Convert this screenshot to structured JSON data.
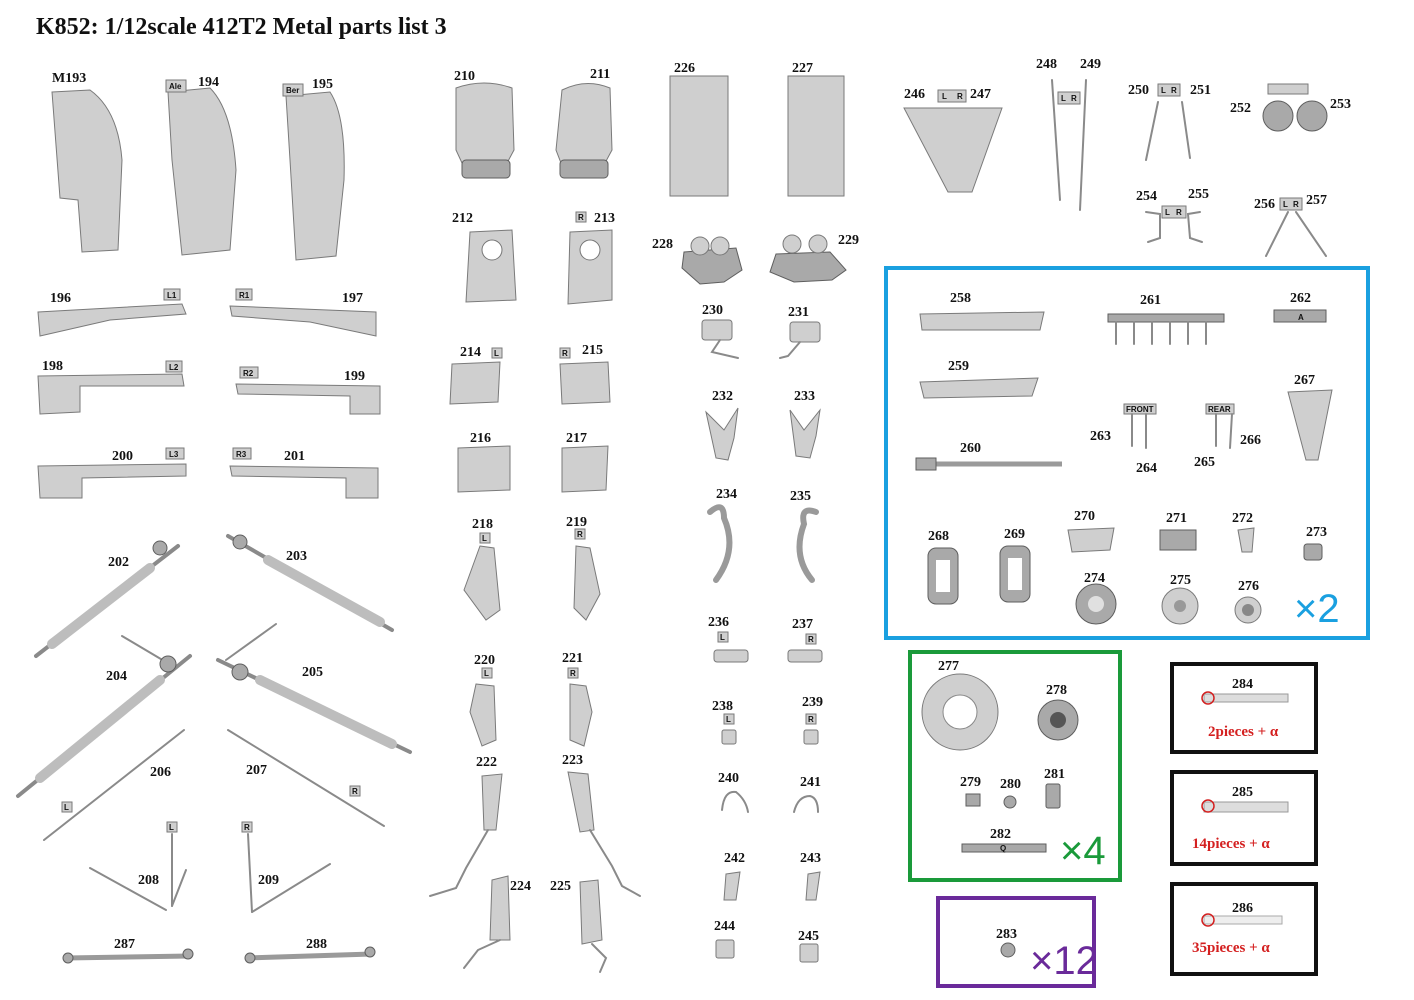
{
  "title": "K852: 1/12scale 412T2 Metal parts list 3",
  "labels": {
    "M193": "M193",
    "p194": "194",
    "p195": "195",
    "tag_ale": "Ale",
    "tag_ber": "Ber",
    "p196": "196",
    "p197": "197",
    "p198": "198",
    "p199": "199",
    "p200": "200",
    "p201": "201",
    "tag_L1": "L1",
    "tag_R1": "R1",
    "tag_L2": "L2",
    "tag_R2": "R2",
    "tag_L3": "L3",
    "tag_R3": "R3",
    "p202": "202",
    "p203": "203",
    "p204": "204",
    "p205": "205",
    "p206": "206",
    "p207": "207",
    "p208": "208",
    "p209": "209",
    "p287": "287",
    "p288": "288",
    "p210": "210",
    "p211": "211",
    "p212": "212",
    "p213": "213",
    "p214": "214",
    "p215": "215",
    "p216": "216",
    "p217": "217",
    "p218": "218",
    "p219": "219",
    "p220": "220",
    "p221": "221",
    "p222": "222",
    "p223": "223",
    "p224": "224",
    "p225": "225",
    "p226": "226",
    "p227": "227",
    "p228": "228",
    "p229": "229",
    "p230": "230",
    "p231": "231",
    "p232": "232",
    "p233": "233",
    "p234": "234",
    "p235": "235",
    "p236": "236",
    "p237": "237",
    "p238": "238",
    "p239": "239",
    "p240": "240",
    "p241": "241",
    "p242": "242",
    "p243": "243",
    "p244": "244",
    "p245": "245",
    "p246": "246",
    "p247": "247",
    "p248": "248",
    "p249": "249",
    "p250": "250",
    "p251": "251",
    "p252": "252",
    "p253": "253",
    "p254": "254",
    "p255": "255",
    "p256": "256",
    "p257": "257",
    "p258": "258",
    "p259": "259",
    "p260": "260",
    "p261": "261",
    "p262": "262",
    "p263": "263",
    "p264": "264",
    "p265": "265",
    "p266": "266",
    "p267": "267",
    "p268": "268",
    "p269": "269",
    "p270": "270",
    "p271": "271",
    "p272": "272",
    "p273": "273",
    "p274": "274",
    "p275": "275",
    "p276": "276",
    "p277": "277",
    "p278": "278",
    "p279": "279",
    "p280": "280",
    "p281": "281",
    "p282": "282",
    "p283": "283",
    "p284": "284",
    "p285": "285",
    "p286": "286",
    "tag_L": "L",
    "tag_R": "R",
    "tag_A": "A",
    "tag_Q": "Q",
    "tag_front": "FRONT",
    "tag_rear": "REAR"
  },
  "boxes": {
    "blue": {
      "multiplier": "×2",
      "color": "#1aa0e0"
    },
    "green": {
      "multiplier": "×4",
      "color": "#1a9a3a"
    },
    "purple": {
      "multiplier": "×12",
      "color": "#6a2a9a"
    },
    "p284": {
      "pieces": "2pieces + α",
      "color": "#d42020"
    },
    "p285": {
      "pieces": "14pieces + α",
      "color": "#d42020"
    },
    "p286": {
      "pieces": "35pieces + α",
      "color": "#d42020"
    }
  }
}
